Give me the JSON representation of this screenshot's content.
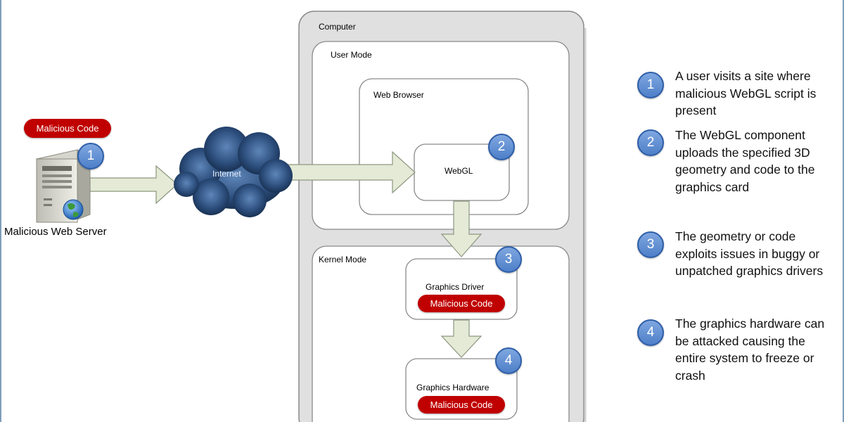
{
  "diagram": {
    "malicious_tag": "Malicious Code",
    "server_label": "Malicious Web Server",
    "internet_label": "Internet",
    "computer_label": "Computer",
    "user_mode_label": "User Mode",
    "web_browser_label": "Web Browser",
    "webgl_label": "WebGL",
    "kernel_mode_label": "Kernel Mode",
    "graphics_driver_label": "Graphics Driver",
    "driver_malicious_tag": "Malicious Code",
    "graphics_hardware_label": "Graphics Hardware",
    "hardware_malicious_tag": "Malicious Code",
    "badges": [
      "1",
      "2",
      "3",
      "4"
    ]
  },
  "steps": [
    {
      "number": "1",
      "text": "A user visits a site where malicious WebGL script is present"
    },
    {
      "number": "2",
      "text": "The WebGL component uploads the specified 3D geometry and code to the graphics card"
    },
    {
      "number": "3",
      "text": "The geometry or code exploits issues in buggy or unpatched graphics drivers"
    },
    {
      "number": "4",
      "text": "The graphics hardware can be attacked causing the entire system to freeze or crash"
    }
  ],
  "colors": {
    "malicious_red": "#c00000",
    "badge_blue": "#4e7fc8",
    "arrow_fill": "#e4ead6",
    "container_fill": "#e0e0e0",
    "frame_blue": "#7f9db9"
  }
}
